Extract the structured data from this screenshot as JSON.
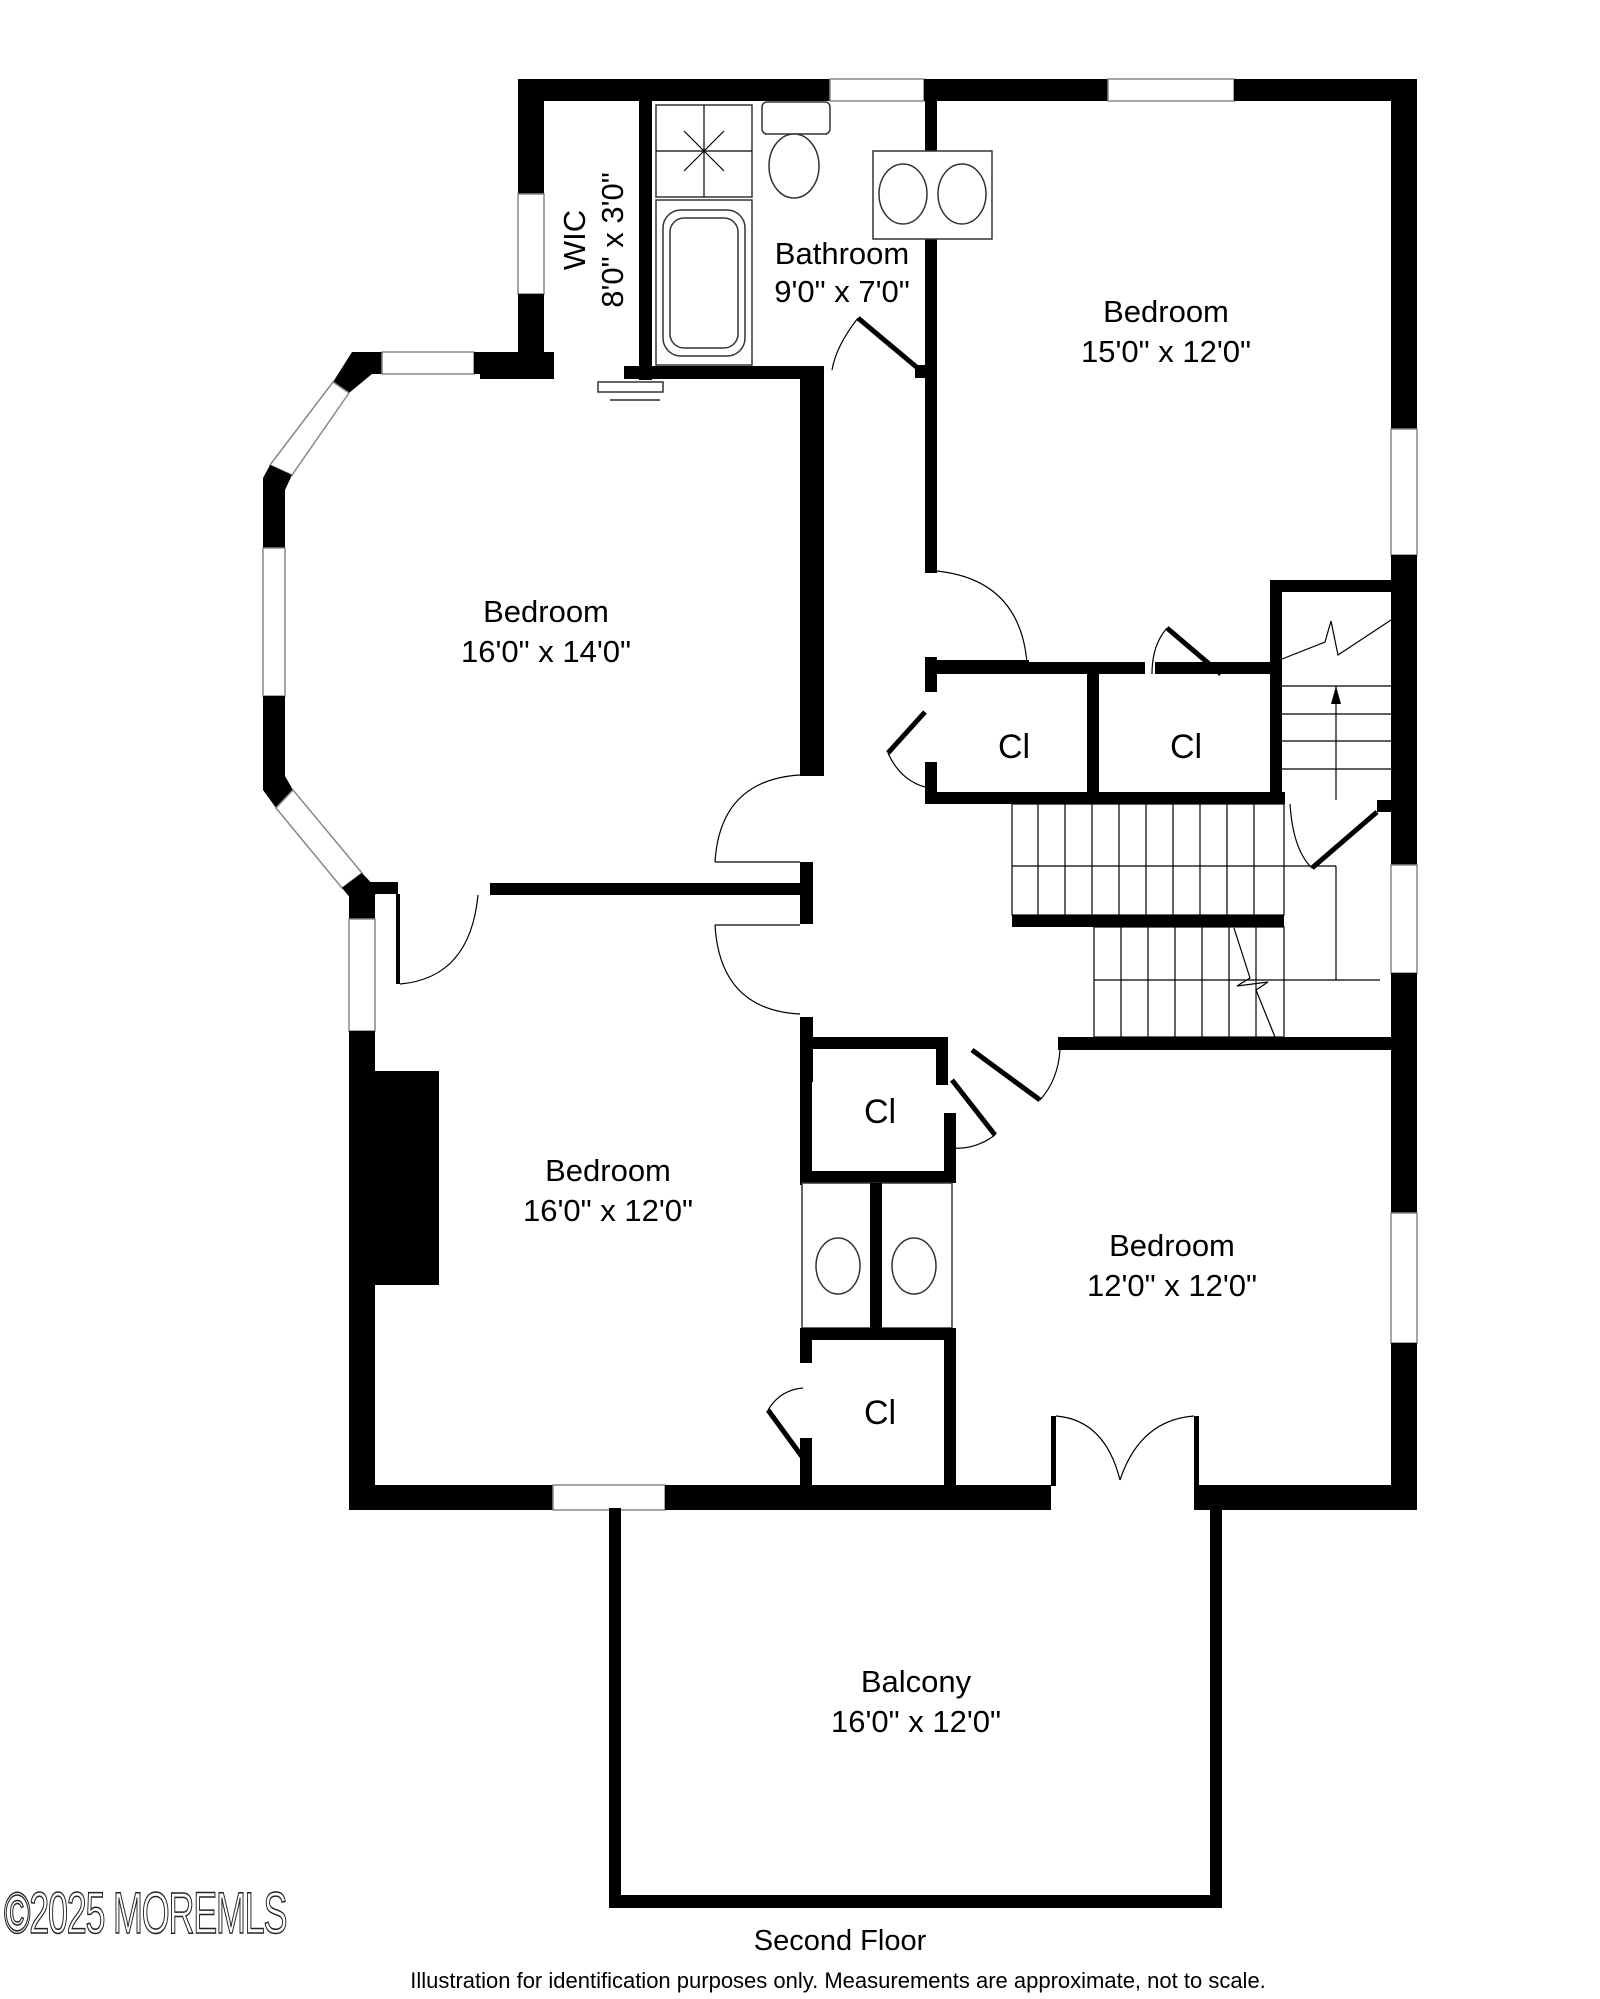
{
  "floor": {
    "title": "Second Floor",
    "disclaimer": "Illustration for identification purposes only. Measurements are approximate, not to scale.",
    "watermark": "©2025 MOREMLS"
  },
  "rooms": {
    "wic": {
      "name": "WIC",
      "dims": "8'0\" x 3'0\""
    },
    "bathroom": {
      "name": "Bathroom",
      "dims": "9'0\" x 7'0\""
    },
    "bedroom_ne": {
      "name": "Bedroom",
      "dims": "15'0\" x 12'0\""
    },
    "bedroom_nw": {
      "name": "Bedroom",
      "dims": "16'0\" x 14'0\""
    },
    "bedroom_sw": {
      "name": "Bedroom",
      "dims": "16'0\" x 12'0\""
    },
    "bedroom_se": {
      "name": "Bedroom",
      "dims": "12'0\" x 12'0\""
    },
    "balcony": {
      "name": "Balcony",
      "dims": "16'0\" x 12'0\""
    }
  },
  "closets": [
    {
      "label": "Cl"
    },
    {
      "label": "Cl"
    },
    {
      "label": "Cl"
    },
    {
      "label": "Cl"
    }
  ],
  "colors": {
    "wall": "#000000",
    "background": "#ffffff",
    "window_line": "#888888"
  }
}
